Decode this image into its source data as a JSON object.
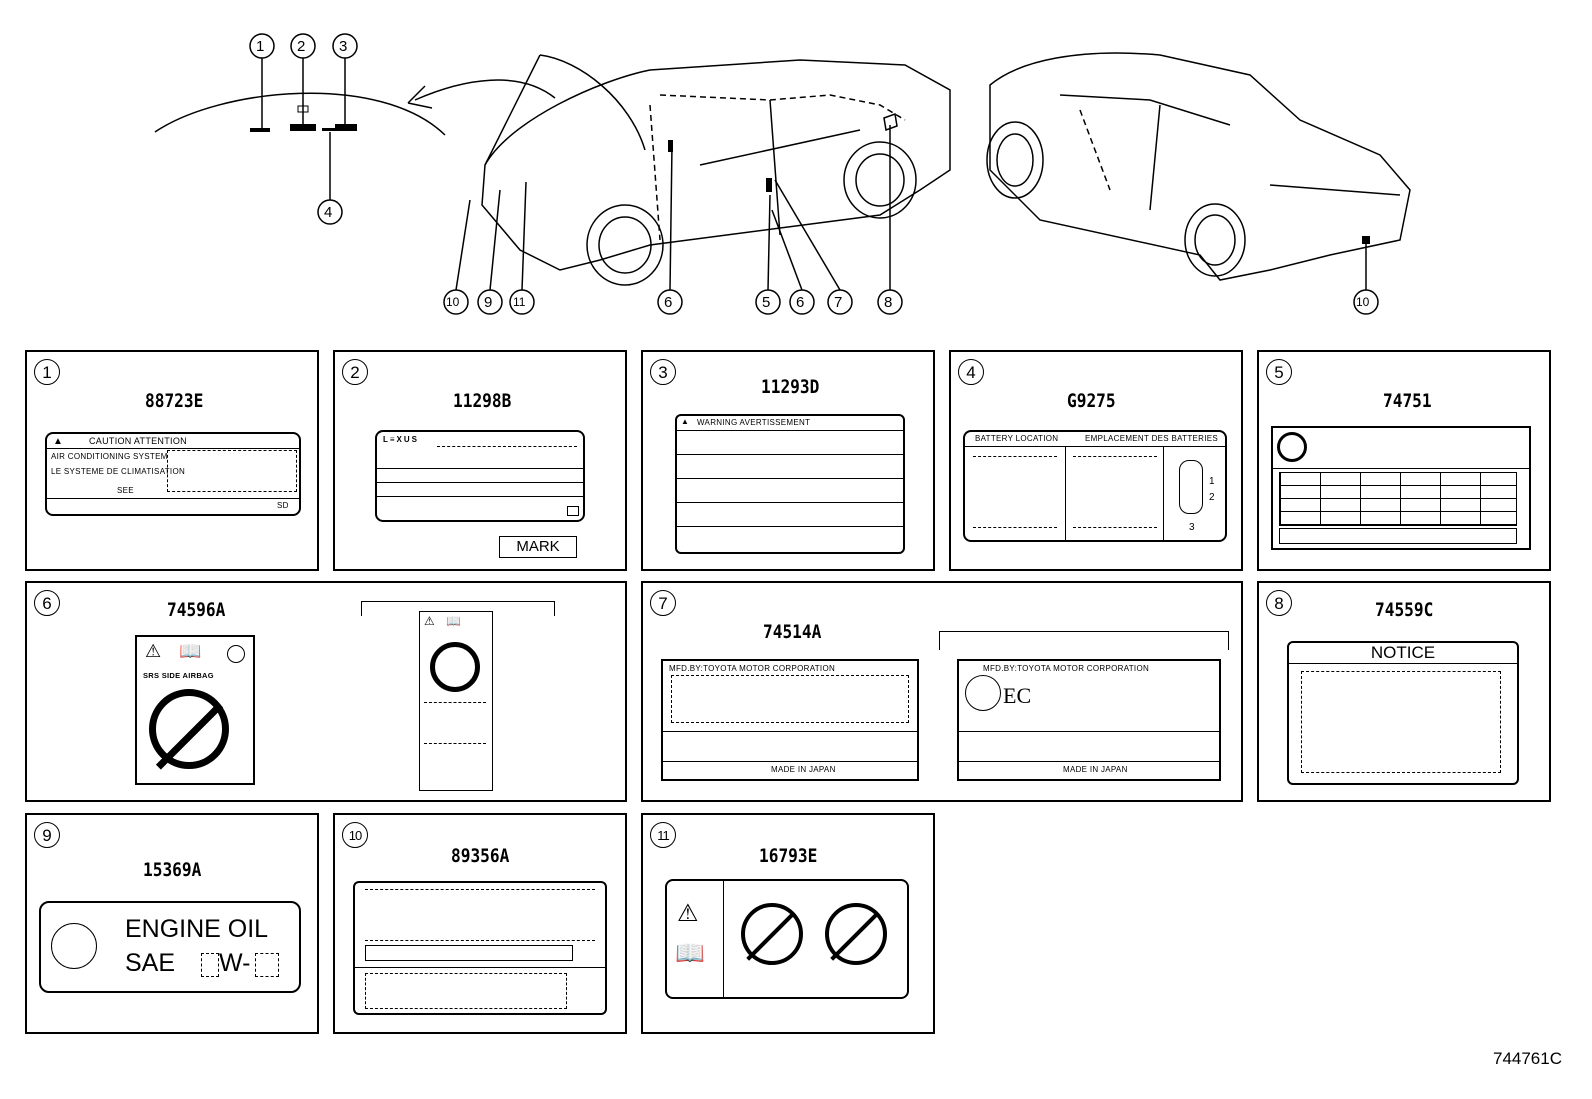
{
  "callouts": {
    "c1": "1",
    "c2": "2",
    "c3": "3",
    "c4": "4",
    "c5": "5",
    "c6": "6",
    "c6b": "6",
    "c7": "7",
    "c8": "8",
    "c9": "9",
    "c10": "10",
    "c10b": "10",
    "c11": "11"
  },
  "panels": [
    {
      "index": "1",
      "part_number": "88723E"
    },
    {
      "index": "2",
      "part_number": "11298B"
    },
    {
      "index": "3",
      "part_number": "11293D"
    },
    {
      "index": "4",
      "part_number": "G9275"
    },
    {
      "index": "5",
      "part_number": "74751"
    },
    {
      "index": "6",
      "part_number": "74596A"
    },
    {
      "index": "7",
      "part_number": "74514A"
    },
    {
      "index": "8",
      "part_number": "74559C"
    },
    {
      "index": "9",
      "part_number": "15369A"
    },
    {
      "index": "10",
      "part_number": "89356A"
    },
    {
      "index": "11",
      "part_number": "16793E"
    }
  ],
  "label_88723E": {
    "header": "CAUTION  ATTENTION",
    "line1": "AIR CONDITIONING SYSTEM",
    "line2": "LE SYSTEME DE CLIMATISATION",
    "oil": "SEE",
    "footer": "SD"
  },
  "label_11298B": {
    "callout": "MARK"
  },
  "label_11293D": {
    "header": "WARNING  AVERTISSEMENT"
  },
  "label_G9275": {
    "title_left": "BATTERY LOCATION",
    "title_right": "EMPLACEMENT DES BATTERIES",
    "marker1": "1",
    "marker2": "2",
    "marker3": "3"
  },
  "label_74596A": {
    "caption": "SRS SIDE AIRBAG"
  },
  "label_74514A": {
    "maker": "MFD.BY:TOYOTA MOTOR CORPORATION",
    "origin": "MADE IN JAPAN",
    "ec": "EC"
  },
  "label_74559C": {
    "title": "NOTICE"
  },
  "label_15369A": {
    "line1": "ENGINE  OIL",
    "line2_prefix": "SAE",
    "line2_mid": "W-"
  },
  "figure_id": "744761C"
}
